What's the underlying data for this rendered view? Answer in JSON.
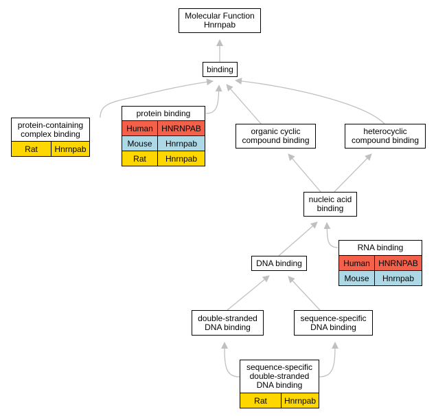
{
  "colors": {
    "human": "#f4614b",
    "mouse": "#add8e6",
    "rat": "#ffd700",
    "edge": "#c0c0c0"
  },
  "nodes": [
    {
      "id": "mf",
      "label": "Molecular Function\nHnrnpab",
      "orthologs": []
    },
    {
      "id": "binding",
      "label": "binding",
      "orthologs": []
    },
    {
      "id": "pccb",
      "label": "protein-containing\ncomplex binding",
      "orthologs": [
        {
          "species": "Rat",
          "gene": "Hnrnpab"
        }
      ]
    },
    {
      "id": "pb",
      "label": "protein binding",
      "orthologs": [
        {
          "species": "Human",
          "gene": "HNRNPAB"
        },
        {
          "species": "Mouse",
          "gene": "Hnrnpab"
        },
        {
          "species": "Rat",
          "gene": "Hnrnpab"
        }
      ]
    },
    {
      "id": "ocb",
      "label": "organic cyclic\ncompound binding",
      "orthologs": []
    },
    {
      "id": "hcb",
      "label": "heterocyclic\ncompound binding",
      "orthologs": []
    },
    {
      "id": "nab",
      "label": "nucleic acid\nbinding",
      "orthologs": []
    },
    {
      "id": "rna",
      "label": "RNA binding",
      "orthologs": [
        {
          "species": "Human",
          "gene": "HNRNPAB"
        },
        {
          "species": "Mouse",
          "gene": "Hnrnpab"
        }
      ]
    },
    {
      "id": "dna",
      "label": "DNA binding",
      "orthologs": []
    },
    {
      "id": "dsdna",
      "label": "double-stranded\nDNA binding",
      "orthologs": []
    },
    {
      "id": "ssdna",
      "label": "sequence-specific\nDNA binding",
      "orthologs": []
    },
    {
      "id": "ssdsdna",
      "label": "sequence-specific\ndouble-stranded\nDNA binding",
      "orthologs": [
        {
          "species": "Rat",
          "gene": "Hnrnpab"
        }
      ]
    }
  ],
  "edges": [
    {
      "from": "binding",
      "to": "mf"
    },
    {
      "from": "pccb",
      "to": "binding"
    },
    {
      "from": "pb",
      "to": "binding"
    },
    {
      "from": "ocb",
      "to": "binding"
    },
    {
      "from": "hcb",
      "to": "binding"
    },
    {
      "from": "nab",
      "to": "ocb"
    },
    {
      "from": "nab",
      "to": "hcb"
    },
    {
      "from": "dna",
      "to": "nab"
    },
    {
      "from": "rna",
      "to": "nab"
    },
    {
      "from": "dsdna",
      "to": "dna"
    },
    {
      "from": "ssdna",
      "to": "dna"
    },
    {
      "from": "ssdsdna",
      "to": "dsdna"
    },
    {
      "from": "ssdsdna",
      "to": "ssdna"
    }
  ]
}
